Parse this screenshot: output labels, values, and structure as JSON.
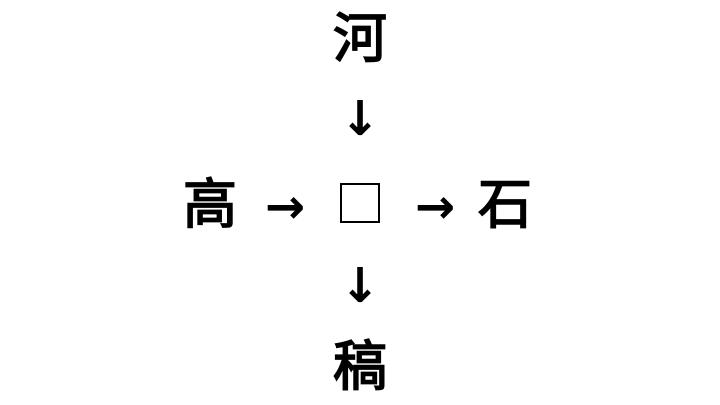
{
  "puzzle": {
    "top_char": "河",
    "left_char": "高",
    "right_char": "石",
    "bottom_char": "稿",
    "arrow_down_top": "↓",
    "arrow_right_left": "→",
    "arrow_right_right": "→",
    "arrow_down_bottom": "↓",
    "blank_placeholder": ""
  }
}
